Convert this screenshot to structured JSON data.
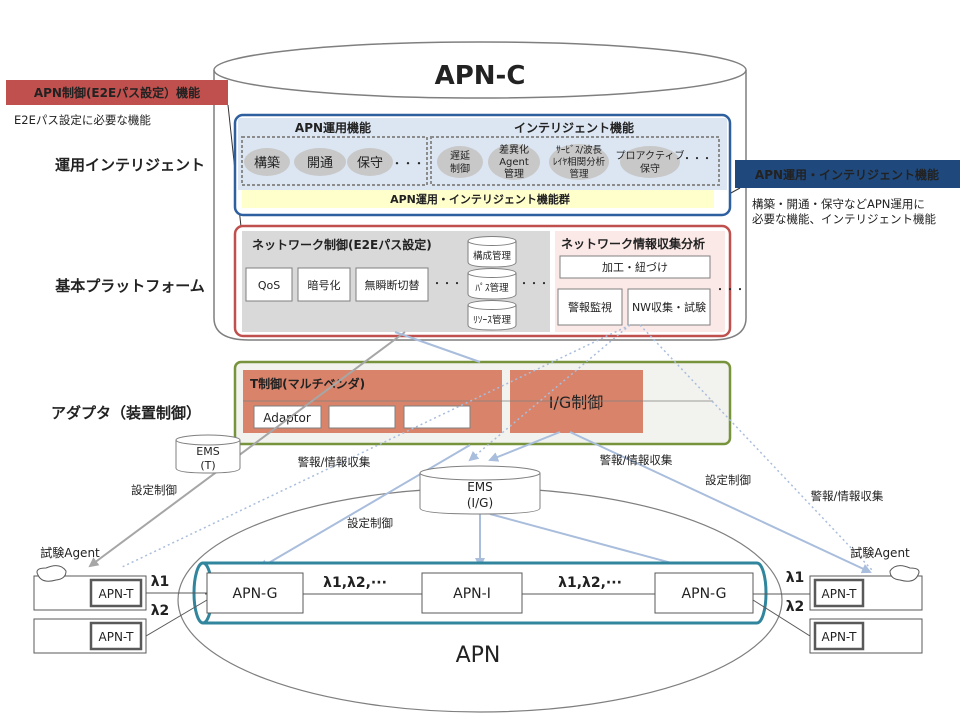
{
  "title": "APN-C",
  "callouts": {
    "left_title": "APN制御(E2Eパス設定）機能",
    "left_desc": "E2Eパス設定に必要な機能",
    "right_title": "APN運用・インテリジェント機能",
    "right_desc_1": "構築・開通・保守などAPN運用に",
    "right_desc_2": "必要な機能、インテリジェント機能"
  },
  "layers": {
    "intelligent": "運用インテリジェント",
    "platform": "基本プラットフォーム",
    "adapter": "アダプタ（装置制御）"
  },
  "ops": {
    "title": "APN運用機能",
    "items": [
      "構築",
      "開通",
      "保守"
    ],
    "ellipsis": "・・・",
    "intel_title": "インテリジェント機能",
    "intel_items": [
      [
        "遅延",
        "制御"
      ],
      [
        "差異化",
        "Agent",
        "管理"
      ],
      [
        "ｻｰﾋﾞｽ/波長",
        "ﾚｲﾔ相関分析",
        "管理"
      ],
      [
        "プロアクティブ",
        "保守"
      ]
    ],
    "group_label": "APN運用・インテリジェント機能群"
  },
  "nc": {
    "title": "ネットワーク制御(E2Eパス設定)",
    "items": [
      "QoS",
      "暗号化",
      "無瞬断切替"
    ],
    "dbs": [
      "構成管理",
      "ﾊﾟｽ管理",
      "ﾘｿｰｽ管理"
    ],
    "ellipsis": "・・・"
  },
  "ni": {
    "title": "ネットワーク情報収集分析",
    "process": "加工・紐づけ",
    "alarm": "警報監視",
    "nw": "NW収集・試験",
    "ellipsis": "・・・"
  },
  "adapter": {
    "t_title": "T制御(マルチベンダ)",
    "adaptor": "Adaptor",
    "ig": "I/G制御"
  },
  "ems_t": [
    "EMS",
    "(T)"
  ],
  "ems_ig": [
    "EMS",
    "(I/G)"
  ],
  "arrow_labels": {
    "alarm_left": "警報/情報収集",
    "alarm_mid": "警報/情報収集",
    "setting_left": "設定制御",
    "setting_mid": "設定制御",
    "setting_right": "設定制御",
    "alarm_right": "警報/情報収集"
  },
  "agents": {
    "left": "試験Agent",
    "right": "試験Agent"
  },
  "apn_nodes": {
    "g_left": "APN-G",
    "i": "APN-I",
    "g_right": "APN-G"
  },
  "lambda": {
    "multi": "λ1,λ2,···",
    "l1": "λ1",
    "l2": "λ2"
  },
  "apn_t": "APN-T",
  "apn_label": "APN",
  "colors": {
    "red": "#c0504d",
    "navy": "#1f497d",
    "blue": "#2e5f9e",
    "green": "#77933c",
    "teal": "#31859c",
    "salmon": "#d9846a",
    "grey": "#d9d9d9"
  }
}
